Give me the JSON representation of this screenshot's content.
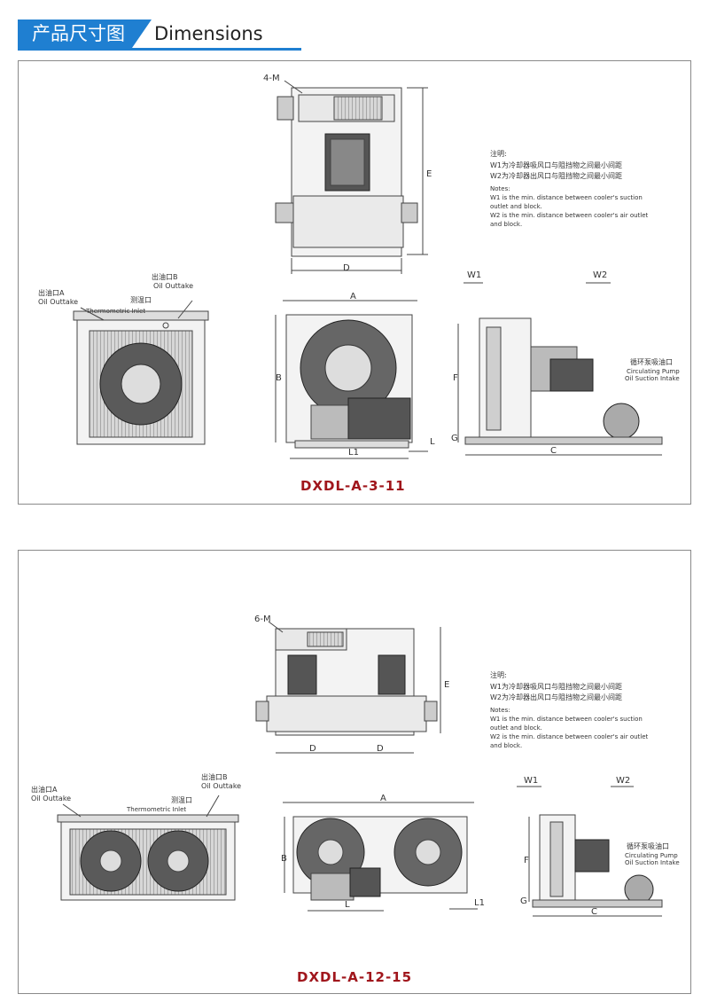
{
  "header": {
    "title_zh": "产品尺寸图",
    "title_en": "Dimensions"
  },
  "panels": [
    {
      "model": "DXDL-A-3-11",
      "top_labels": {
        "m": "4-M",
        "e": "E",
        "d": "D"
      },
      "left_labels": {
        "outlet_a_zh": "出油口A",
        "outlet_a_en": "Oil Outtake",
        "outlet_b_zh": "出油口B",
        "outlet_b_en": "Oil Outtake",
        "thermo_zh": "测温口",
        "thermo_en": "Thermometric Inlet"
      },
      "mid_labels": {
        "a": "A",
        "b": "B",
        "l1": "L1",
        "l": "L"
      },
      "right_labels": {
        "w1": "W1",
        "w2": "W2",
        "f": "F",
        "g": "G",
        "c": "C",
        "pump_zh": "循环泵吸油口",
        "pump_en1": "Circulating Pump",
        "pump_en2": "Oil Suction Intake"
      },
      "notes": {
        "title": "注明:",
        "zh1": "W1为冷却器吸风口与阻挡物之间最小间距",
        "zh2": "W2为冷却器出风口与阻挡物之间最小间距",
        "en_title": "Notes:",
        "en1a": "W1 is the min. distance between cooler's suction",
        "en1b": "outlet and block.",
        "en2a": "W2 is the min. distance between cooler's air outlet",
        "en2b": "and block."
      }
    },
    {
      "model": "DXDL-A-12-15",
      "top_labels": {
        "m": "6-M",
        "e": "E",
        "d1": "D",
        "d2": "D"
      },
      "left_labels": {
        "outlet_a_zh": "出油口A",
        "outlet_a_en": "Oil Outtake",
        "outlet_b_zh": "出油口B",
        "outlet_b_en": "Oil Outtake",
        "thermo_zh": "测温口",
        "thermo_en": "Thermometric Inlet"
      },
      "mid_labels": {
        "a": "A",
        "b": "B",
        "l": "L",
        "l1": "L1"
      },
      "right_labels": {
        "w1": "W1",
        "w2": "W2",
        "f": "F",
        "g": "G",
        "c": "C",
        "pump_zh": "循环泵吸油口",
        "pump_en1": "Circulating Pump",
        "pump_en2": "Oil Suction Intake"
      },
      "notes": {
        "title": "注明:",
        "zh1": "W1为冷却器吸风口与阻挡物之间最小间距",
        "zh2": "W2为冷却器出风口与阻挡物之间最小间距",
        "en_title": "Notes:",
        "en1a": "W1 is the min. distance between cooler's suction",
        "en1b": "outlet and block.",
        "en2a": "W2 is the min. distance between cooler's air outlet",
        "en2b": "and block."
      }
    }
  ],
  "colors": {
    "accent": "#1f7fd1",
    "model_title": "#a0161c"
  }
}
